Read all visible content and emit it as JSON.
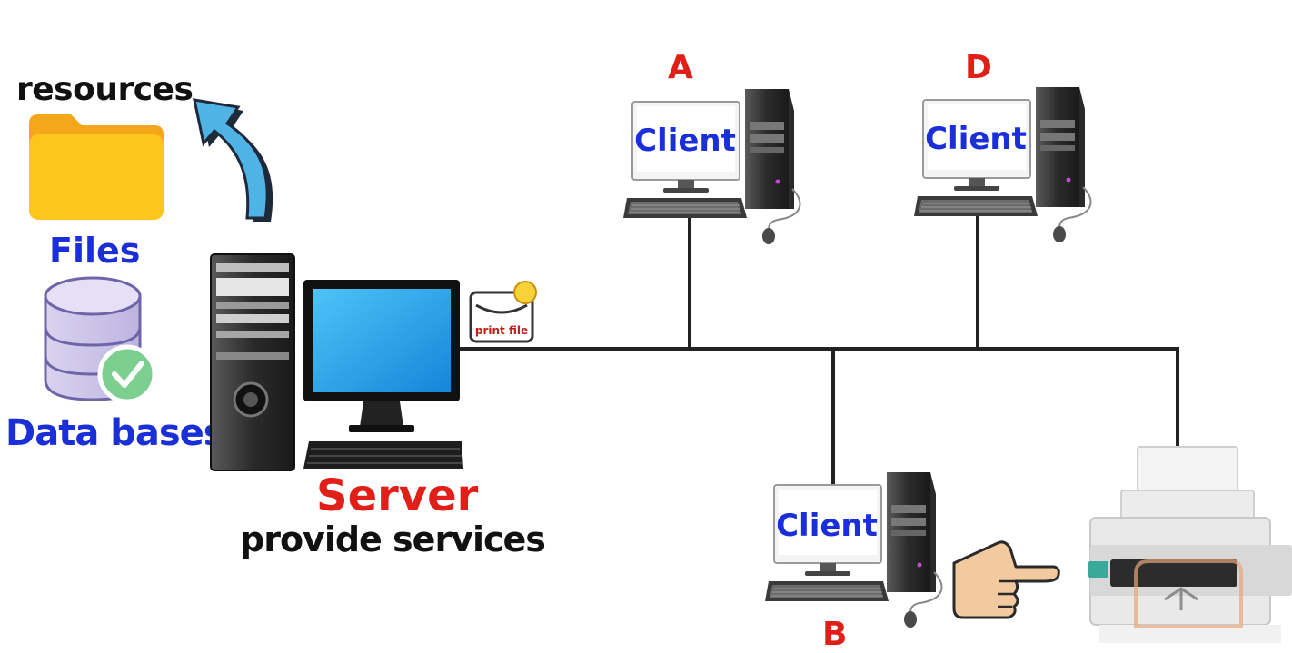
{
  "left_panel": {
    "resources_label": "resources",
    "files_label": "Files",
    "databases_label": "Data bases"
  },
  "server": {
    "title": "Server",
    "subtitle": "provide services"
  },
  "print_tag": "print file",
  "clients": [
    {
      "id": "A",
      "label": "Client"
    },
    {
      "id": "D",
      "label": "Client"
    },
    {
      "id": "B",
      "label": "Client"
    }
  ],
  "colors": {
    "label_red": "#e02018",
    "label_blue": "#1a2fd8",
    "folder": "#f8c21a",
    "arrow": "#4fb3e6",
    "screen": "#1d9be6",
    "line": "#222222"
  },
  "icons": [
    "folder-icon",
    "database-icon",
    "check-icon",
    "curved-arrow-icon",
    "server-tower-icon",
    "monitor-icon",
    "keyboard-icon",
    "print-file-icon",
    "client-computer-icon",
    "pointing-hand-icon",
    "printer-icon",
    "network-line"
  ]
}
